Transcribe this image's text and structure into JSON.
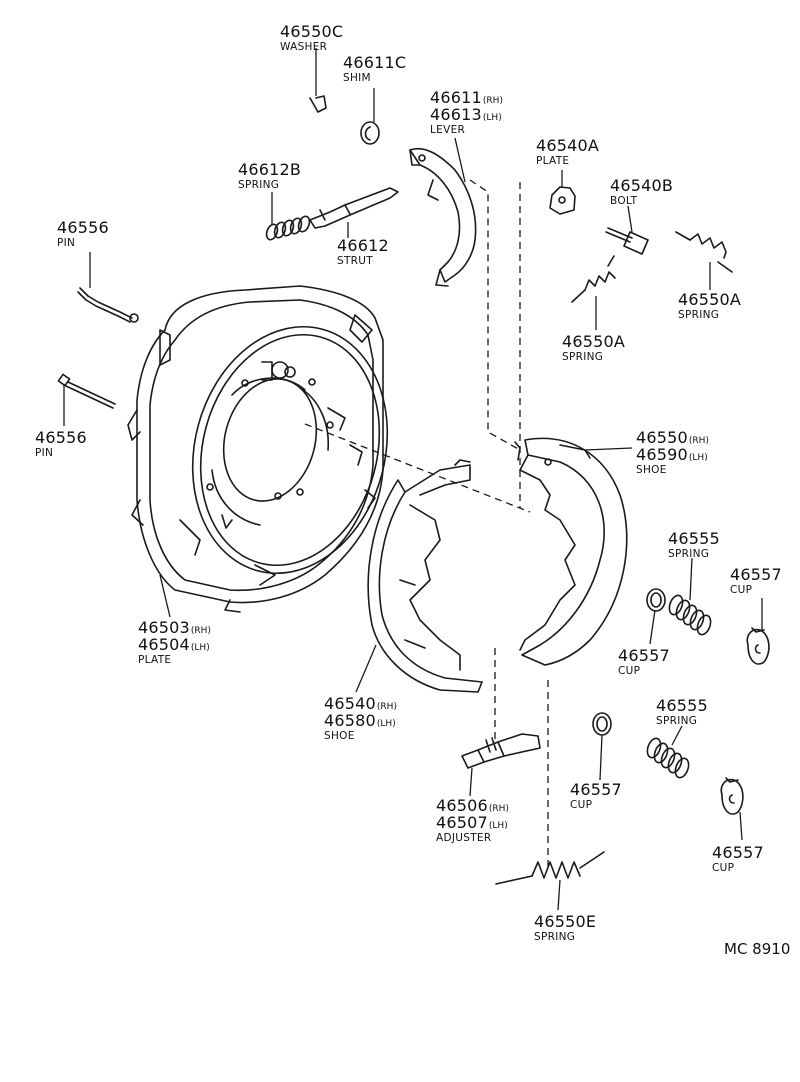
{
  "figure_code": "MC 8910",
  "parts": {
    "washer": {
      "numbers": [
        {
          "no": "46550C",
          "side": ""
        }
      ],
      "name": "WASHER"
    },
    "shim": {
      "numbers": [
        {
          "no": "46611C",
          "side": ""
        }
      ],
      "name": "SHIM"
    },
    "lever": {
      "numbers": [
        {
          "no": "46611",
          "side": "(RH)"
        },
        {
          "no": "46613",
          "side": "(LH)"
        }
      ],
      "name": "LEVER"
    },
    "plate_small": {
      "numbers": [
        {
          "no": "46540A",
          "side": ""
        }
      ],
      "name": "PLATE"
    },
    "bolt": {
      "numbers": [
        {
          "no": "46540B",
          "side": ""
        }
      ],
      "name": "BOLT"
    },
    "spring_b": {
      "numbers": [
        {
          "no": "46612B",
          "side": ""
        }
      ],
      "name": "SPRING"
    },
    "strut": {
      "numbers": [
        {
          "no": "46612",
          "side": ""
        }
      ],
      "name": "STRUT"
    },
    "pin_top": {
      "numbers": [
        {
          "no": "46556",
          "side": ""
        }
      ],
      "name": "PIN"
    },
    "pin_bottom": {
      "numbers": [
        {
          "no": "46556",
          "side": ""
        }
      ],
      "name": "PIN"
    },
    "spring_a1": {
      "numbers": [
        {
          "no": "46550A",
          "side": ""
        }
      ],
      "name": "SPRING"
    },
    "spring_a2": {
      "numbers": [
        {
          "no": "46550A",
          "side": ""
        }
      ],
      "name": "SPRING"
    },
    "shoe_rear": {
      "numbers": [
        {
          "no": "46550",
          "side": "(RH)"
        },
        {
          "no": "46590",
          "side": "(LH)"
        }
      ],
      "name": "SHOE"
    },
    "backing_plate": {
      "numbers": [
        {
          "no": "46503",
          "side": "(RH)"
        },
        {
          "no": "46504",
          "side": "(LH)"
        }
      ],
      "name": "PLATE"
    },
    "spring_555a": {
      "numbers": [
        {
          "no": "46555",
          "side": ""
        }
      ],
      "name": "SPRING"
    },
    "cup_1": {
      "numbers": [
        {
          "no": "46557",
          "side": ""
        }
      ],
      "name": "CUP"
    },
    "cup_2": {
      "numbers": [
        {
          "no": "46557",
          "side": ""
        }
      ],
      "name": "CUP"
    },
    "shoe_front": {
      "numbers": [
        {
          "no": "46540",
          "side": "(RH)"
        },
        {
          "no": "46580",
          "side": "(LH)"
        }
      ],
      "name": "SHOE"
    },
    "spring_555b": {
      "numbers": [
        {
          "no": "46555",
          "side": ""
        }
      ],
      "name": "SPRING"
    },
    "cup_3": {
      "numbers": [
        {
          "no": "46557",
          "side": ""
        }
      ],
      "name": "CUP"
    },
    "cup_4": {
      "numbers": [
        {
          "no": "46557",
          "side": ""
        }
      ],
      "name": "CUP"
    },
    "adjuster": {
      "numbers": [
        {
          "no": "46506",
          "side": "(RH)"
        },
        {
          "no": "46507",
          "side": "(LH)"
        }
      ],
      "name": "ADJUSTER"
    },
    "spring_e": {
      "numbers": [
        {
          "no": "46550E",
          "side": ""
        }
      ],
      "name": "SPRING"
    }
  }
}
